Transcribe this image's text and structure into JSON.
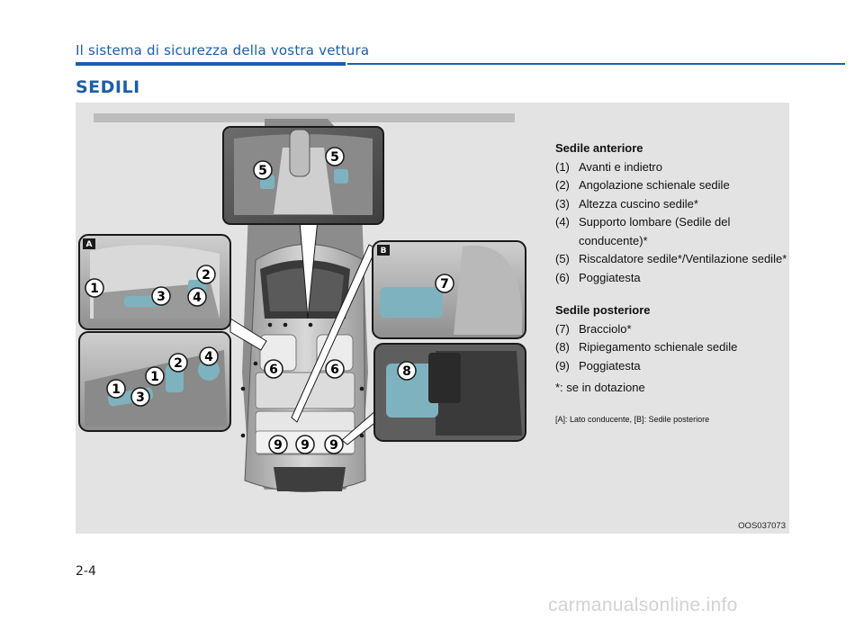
{
  "header": {
    "section_label": "Il sistema di sicurezza della vostra vettura"
  },
  "title": "SEDILI",
  "figure": {
    "code": "OOS037073",
    "panel_a": "A",
    "panel_b": "B",
    "callouts": {
      "n1": "1",
      "n2": "2",
      "n3": "3",
      "n4": "4",
      "n5": "5",
      "n6": "6",
      "n7": "7",
      "n8": "8",
      "n9": "9"
    }
  },
  "legend": {
    "front_heading": "Sedile anteriore",
    "front_items": [
      {
        "num": "(1)",
        "text": "Avanti e indietro"
      },
      {
        "num": "(2)",
        "text": "Angolazione schienale sedile"
      },
      {
        "num": "(3)",
        "text": "Altezza cuscino sedile*"
      },
      {
        "num": "(4)",
        "text": "Supporto lombare (Sedile del conducente)*"
      },
      {
        "num": "(5)",
        "text": "Riscaldatore sedile*/Ventilazione sedile*"
      },
      {
        "num": "(6)",
        "text": "Poggiatesta"
      }
    ],
    "rear_heading": "Sedile posteriore",
    "rear_items": [
      {
        "num": "(7)",
        "text": "Bracciolo*"
      },
      {
        "num": "(8)",
        "text": "Ripiegamento schienale sedile"
      },
      {
        "num": "(9)",
        "text": "Poggiatesta"
      }
    ],
    "note": "*: se in dotazione",
    "panels_note": "[A]: Lato conducente, [B]: Sedile posteriore"
  },
  "page_number": "2-4",
  "watermark": "carmanualsonline.info",
  "colors": {
    "brand_blue": "#1b5fa8",
    "figure_bg": "#e3e3e3",
    "control_teal": "#7fb2bf"
  }
}
